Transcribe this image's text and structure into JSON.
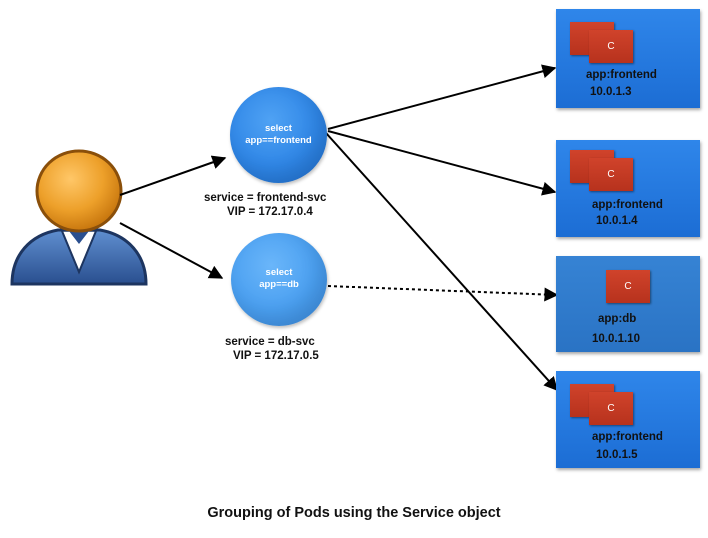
{
  "services": [
    {
      "id": "frontend",
      "ellipse_lines": [
        "select",
        "app==frontend"
      ],
      "name_label": "service = frontend-svc",
      "vip_label": "VIP = 172.17.0.4"
    },
    {
      "id": "db",
      "ellipse_lines": [
        "select",
        "app==db"
      ],
      "name_label": "service = db-svc",
      "vip_label": "VIP = 172.17.0.5"
    }
  ],
  "pods": [
    {
      "label": "app:frontend",
      "ip": "10.0.1.3",
      "container_letter": "C",
      "kind": "frontend"
    },
    {
      "label": "app:frontend",
      "ip": "10.0.1.4",
      "container_letter": "C",
      "kind": "frontend"
    },
    {
      "label": "app:db",
      "ip": "10.0.1.10",
      "container_letter": "C",
      "kind": "db"
    },
    {
      "label": "app:frontend",
      "ip": "10.0.1.5",
      "container_letter": "C",
      "kind": "frontend"
    }
  ],
  "caption": "Grouping of Pods using the Service object",
  "colors": {
    "pod_blue": "#1f73da",
    "service_blue": "#2f86e6",
    "container_red": "#c23a24",
    "user_head": "#e6921a",
    "user_body": "#2f5fa8"
  },
  "icons": {
    "user": "user-icon",
    "container": "container-icon"
  }
}
